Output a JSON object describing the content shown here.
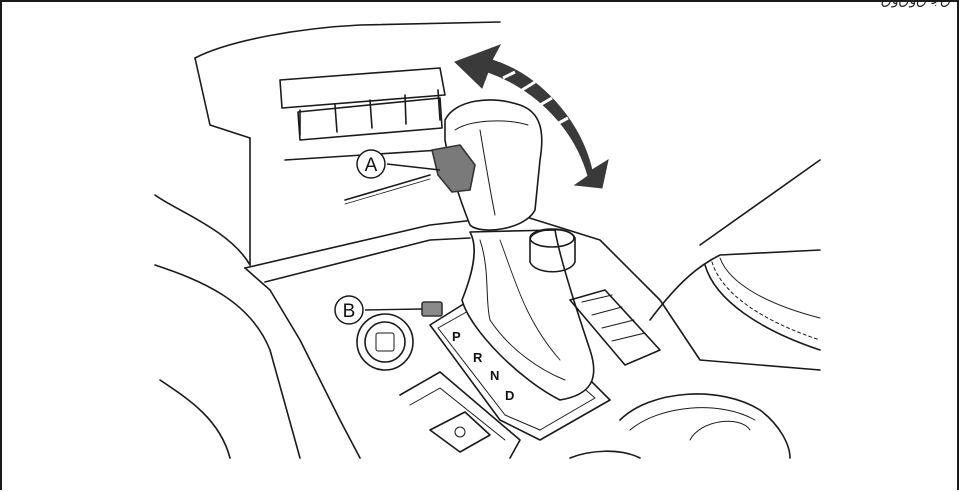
{
  "header": {
    "cropped_text": "ﻕﺟ ﻕﻭﻕﻭﻕ"
  },
  "diagram": {
    "callouts": [
      {
        "id": "A",
        "label": "A"
      },
      {
        "id": "B",
        "label": "B"
      }
    ],
    "gear_positions": [
      "P",
      "R",
      "N",
      "D"
    ],
    "arrow_color": "#3a3a3a",
    "line_color": "#1a1a1a"
  }
}
